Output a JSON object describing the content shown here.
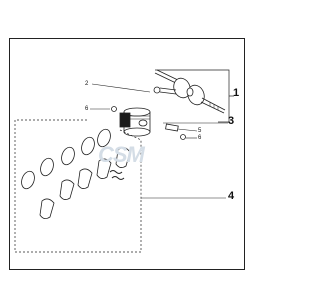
{
  "watermark": "CSM",
  "callouts": {
    "c1": "1",
    "c2": "2",
    "c3": "3",
    "c4": "4",
    "c5": "5",
    "c6a": "6",
    "c6b": "6"
  }
}
